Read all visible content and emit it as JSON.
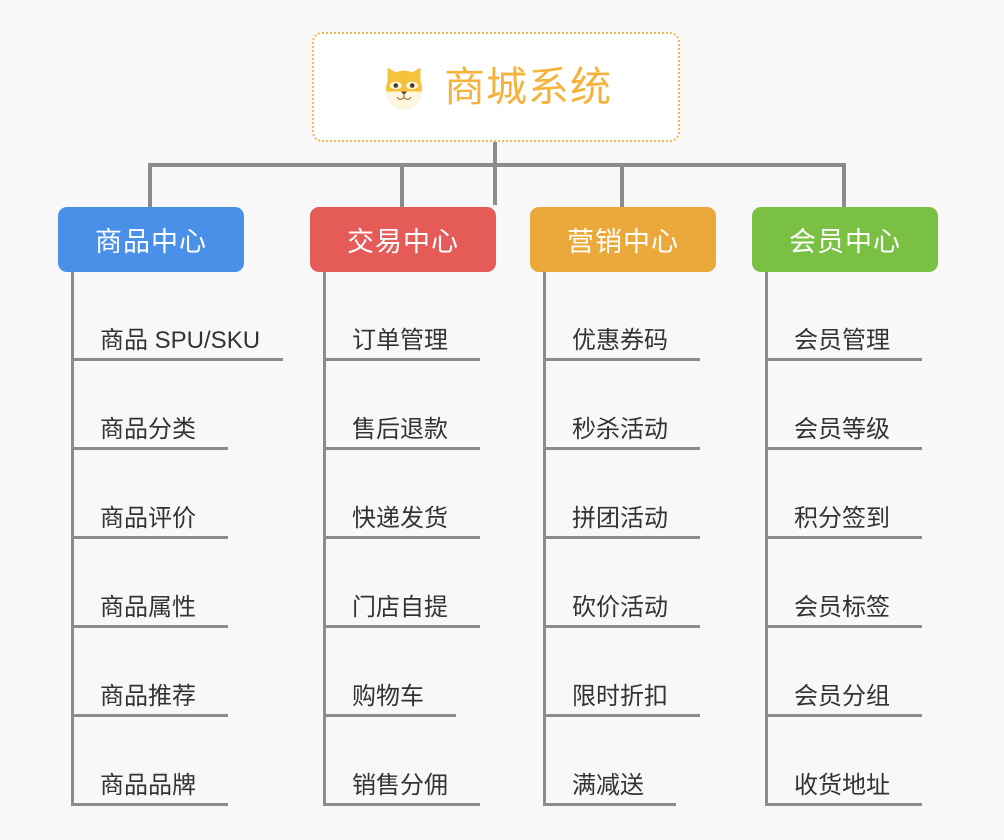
{
  "background_color": "#f8f8f8",
  "connector_color": "#8c8c8c",
  "root": {
    "title": "商城系统",
    "icon": "shiba-dog-face-icon",
    "text_color": "#f3b33c",
    "border_color": "#f0b94a",
    "background_color": "#ffffff"
  },
  "columns": [
    {
      "title": "商品中心",
      "color": "#4a90e8",
      "items": [
        {
          "label": "商品 SPU/SKU"
        },
        {
          "label": "商品分类"
        },
        {
          "label": "商品评价"
        },
        {
          "label": "商品属性"
        },
        {
          "label": "商品推荐"
        },
        {
          "label": "商品品牌"
        }
      ]
    },
    {
      "title": "交易中心",
      "color": "#e45b58",
      "items": [
        {
          "label": "订单管理"
        },
        {
          "label": "售后退款"
        },
        {
          "label": "快递发货"
        },
        {
          "label": "门店自提"
        },
        {
          "label": "购物车"
        },
        {
          "label": "销售分佣"
        }
      ]
    },
    {
      "title": "营销中心",
      "color": "#eaa93a",
      "items": [
        {
          "label": "优惠券码"
        },
        {
          "label": "秒杀活动"
        },
        {
          "label": "拼团活动"
        },
        {
          "label": "砍价活动"
        },
        {
          "label": "限时折扣"
        },
        {
          "label": "满减送"
        }
      ]
    },
    {
      "title": "会员中心",
      "color": "#7ac143",
      "items": [
        {
          "label": "会员管理"
        },
        {
          "label": "会员等级"
        },
        {
          "label": "积分签到"
        },
        {
          "label": "会员标签"
        },
        {
          "label": "会员分组"
        },
        {
          "label": "收货地址"
        }
      ]
    }
  ]
}
